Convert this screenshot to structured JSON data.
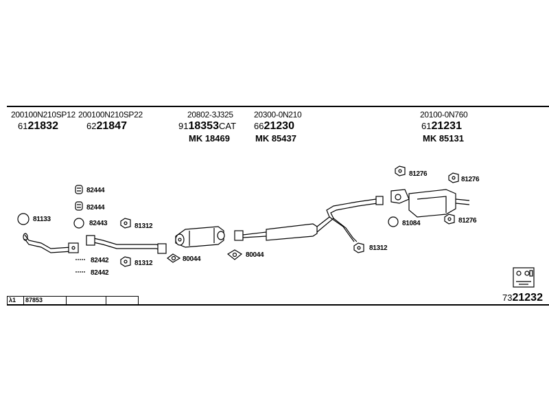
{
  "columns": [
    {
      "ref": "200100N210SP12",
      "prefix": "61",
      "num": "21832"
    },
    {
      "ref": "200100N210SP22",
      "prefix": "62",
      "num": "21847"
    },
    {
      "ref": "20802-3J325",
      "prefix": "91",
      "num": "18353",
      "suffix": "CAT",
      "mk": "MK 18469"
    },
    {
      "ref": "20300-0N210",
      "prefix": "66",
      "num": "21230",
      "mk": "MK 85437"
    },
    {
      "ref": "20100-0N760",
      "prefix": "61",
      "num": "21231",
      "mk": "MK 85131"
    }
  ],
  "labels": {
    "l82444a": "82444",
    "l82444b": "82444",
    "l81133": "81133",
    "l82443": "82443",
    "l81312a": "81312",
    "l81312b": "81312",
    "l82442a": "82442",
    "l82442b": "82442",
    "l80044a": "80044",
    "l80044b": "80044",
    "l81312c": "81312",
    "l81276a": "81276",
    "l81276b": "81276",
    "l81276c": "81276",
    "l81084": "81084"
  },
  "footer": {
    "lambda": "λ1",
    "code": "87853",
    "prefix": "73",
    "num": "21232"
  }
}
